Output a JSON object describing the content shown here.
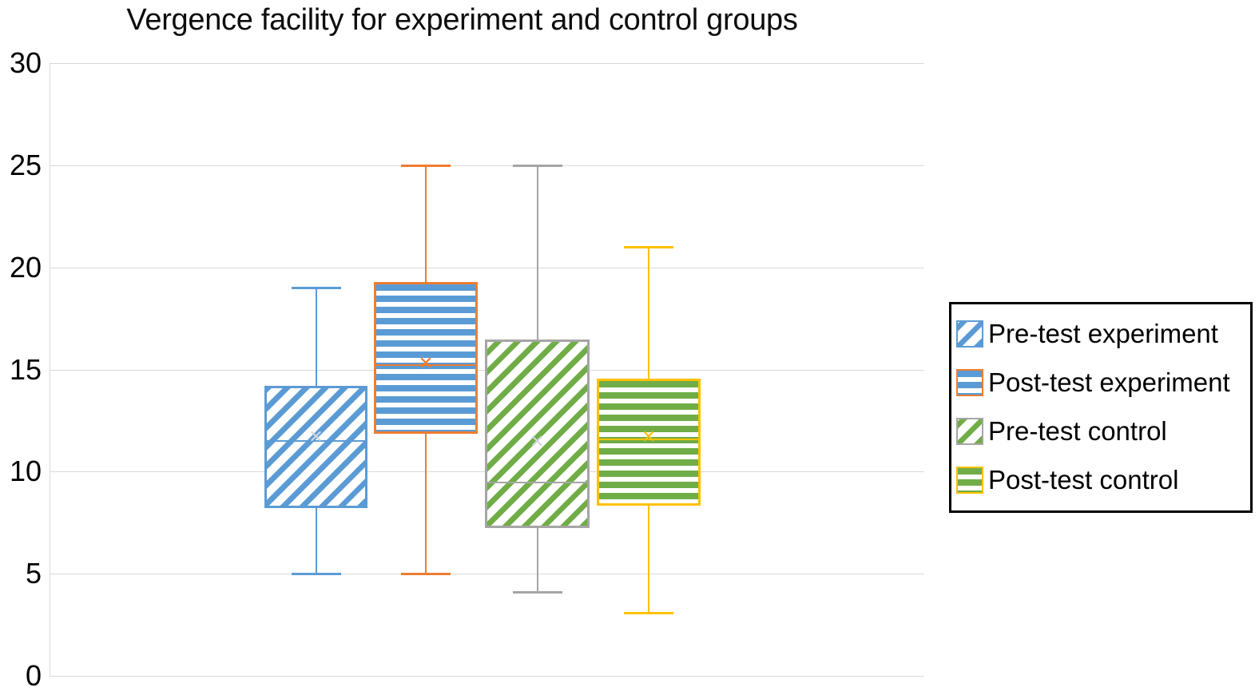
{
  "chart_data": {
    "type": "box",
    "title": "Vergence facility for experiment and control groups",
    "xlabel": "",
    "ylabel": "",
    "ylim": [
      0,
      30
    ],
    "ytick_labels": [
      "30",
      "25",
      "20",
      "15",
      "10",
      "5",
      "0"
    ],
    "ytick_values": [
      30,
      25,
      20,
      15,
      10,
      5,
      0
    ],
    "ytick_step": 5,
    "grid": true,
    "legend_position": "right",
    "categories": [
      "Pre-test experiment",
      "Post-test experiment",
      "Pre-test control",
      "Post-test control"
    ],
    "series": [
      {
        "name": "Pre-test experiment",
        "whisker_low": 5,
        "q1": 8.2,
        "median": 11.55,
        "q3": 14.2,
        "whisker_high": 19,
        "mean": 11.7,
        "color": "#5b9bd5",
        "border_color": "#5b9bd5",
        "fill": "diagonal-stripe-blue"
      },
      {
        "name": "Post-test experiment",
        "whisker_low": 5,
        "q1": 11.85,
        "median": 15.25,
        "q3": 19.3,
        "whisker_high": 25,
        "mean": 15.3,
        "color": "#5b9bd5",
        "border_color": "#ed7d31",
        "fill": "horizontal-stripe-blue"
      },
      {
        "name": "Pre-test control",
        "whisker_low": 4.1,
        "q1": 7.25,
        "median": 9.5,
        "q3": 16.45,
        "whisker_high": 25,
        "mean": 11.45,
        "color": "#70ad47",
        "border_color": "#a5a5a5",
        "fill": "diagonal-stripe-green"
      },
      {
        "name": "Post-test control",
        "whisker_low": 3.1,
        "q1": 8.35,
        "median": 11.6,
        "q3": 14.55,
        "whisker_high": 21,
        "mean": 11.7,
        "color": "#70ad47",
        "border_color": "#ffc000",
        "fill": "horizontal-stripe-green"
      }
    ]
  },
  "legend": {
    "items": [
      {
        "label": "Pre-test experiment",
        "border_color": "#5b9bd5",
        "fill": "diagonal-stripe-blue"
      },
      {
        "label": "Post-test experiment",
        "border_color": "#ed7d31",
        "fill": "horizontal-stripe-blue"
      },
      {
        "label": "Pre-test control",
        "border_color": "#a5a5a5",
        "fill": "diagonal-stripe-green"
      },
      {
        "label": "Post-test control",
        "border_color": "#ffc000",
        "fill": "horizontal-stripe-green"
      }
    ]
  },
  "axis": {
    "labels": [
      "30",
      "25",
      "20",
      "15",
      "10",
      "5",
      "0"
    ]
  },
  "colors": {
    "blue": "#5b9bd5",
    "orange": "#ed7d31",
    "gray": "#a5a5a5",
    "green": "#70ad47",
    "yellow": "#ffc000",
    "gridline": "#d9d9d9",
    "text": "#000000"
  },
  "mean_marker_glyph": "✕"
}
